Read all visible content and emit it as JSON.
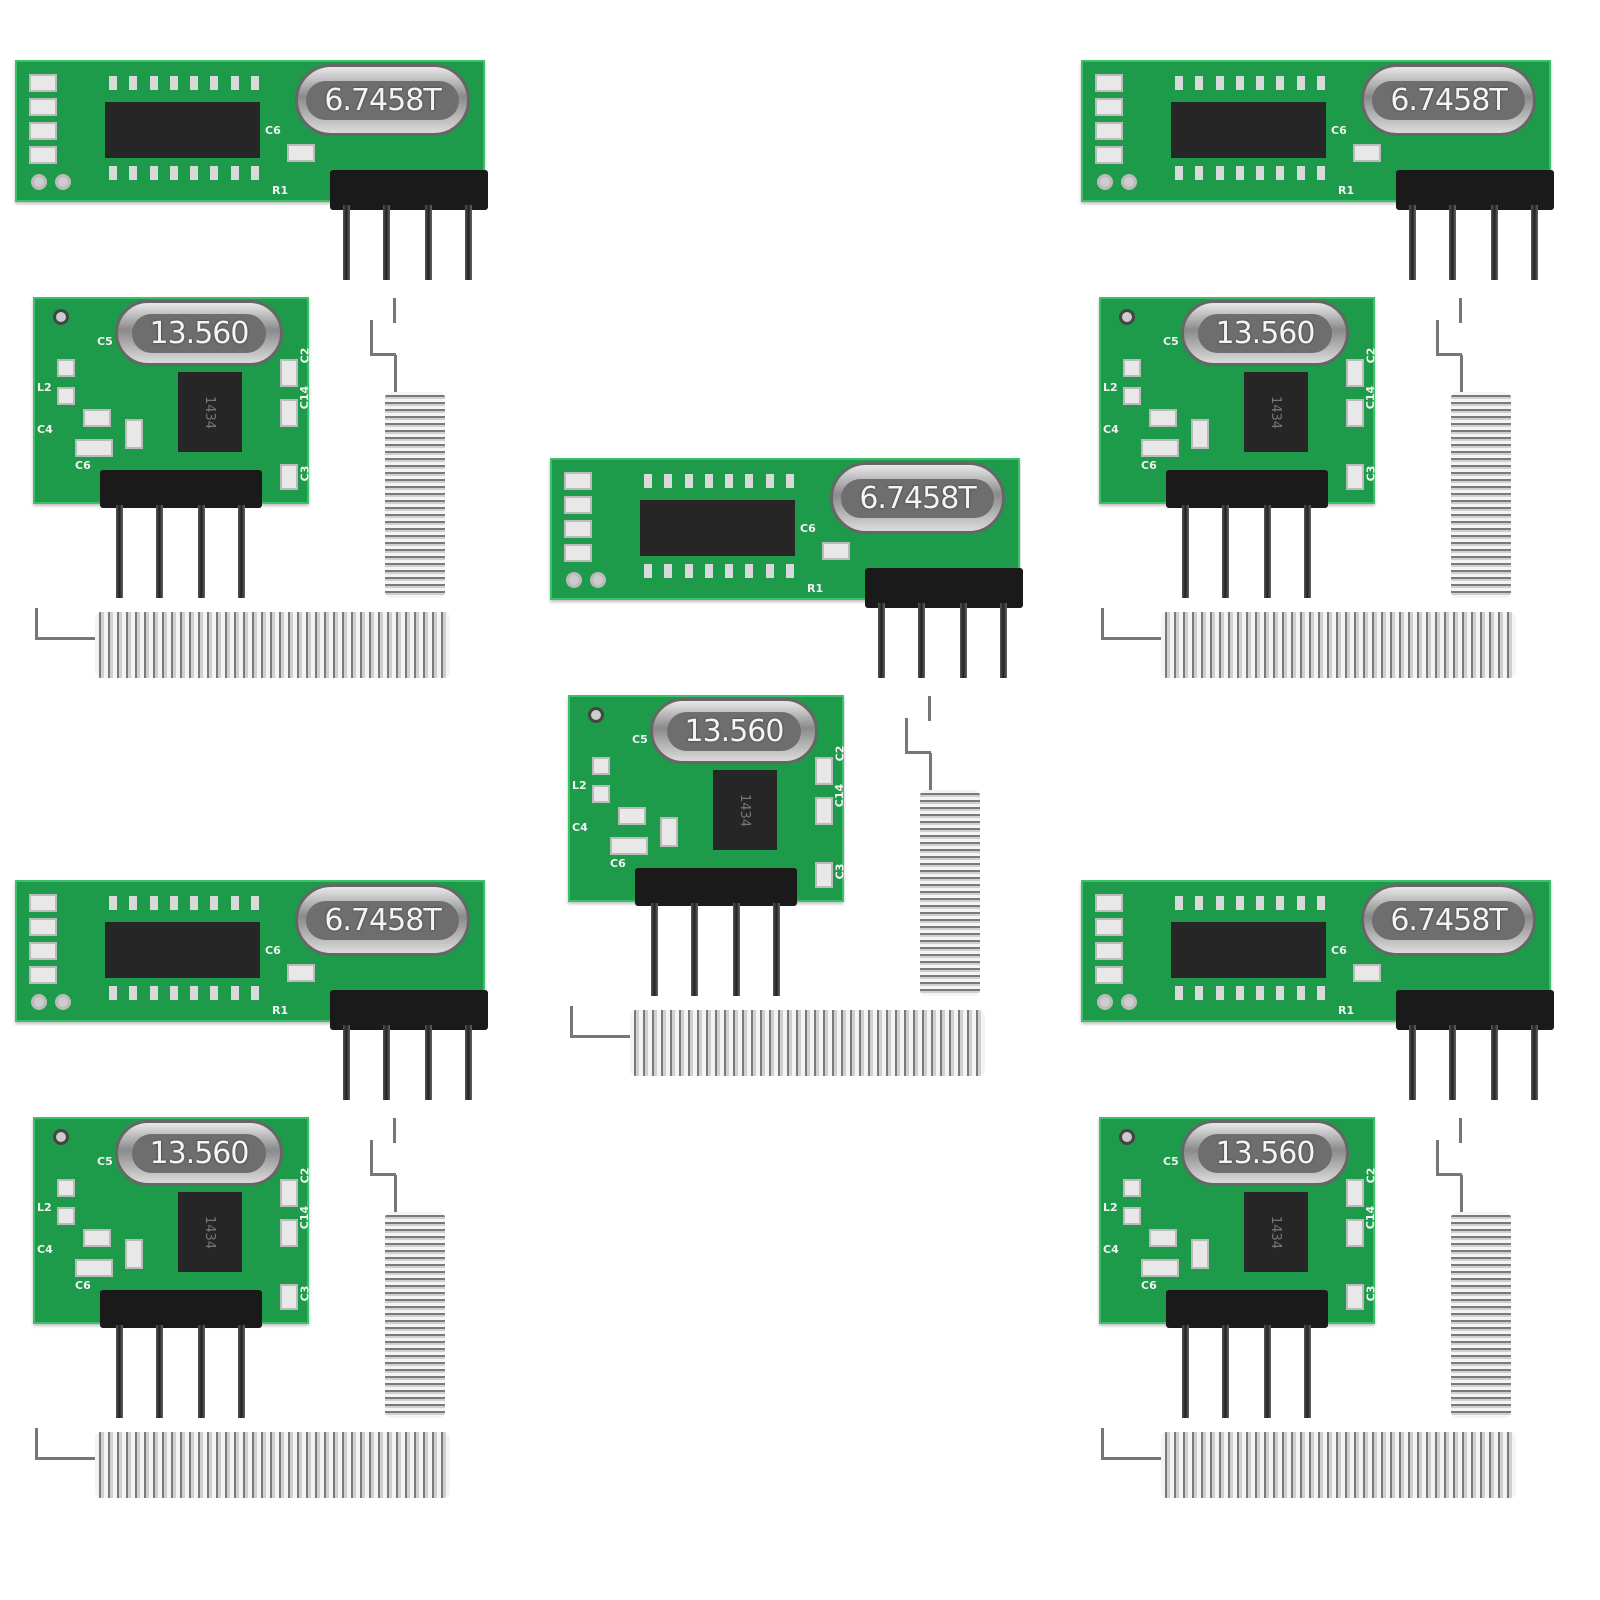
{
  "product": {
    "kit_count": 5,
    "receiver": {
      "crystal_marking": "6.7458T",
      "labels": {
        "c6": "C6",
        "r1": "R1"
      }
    },
    "transmitter": {
      "crystal_marking": "13.560",
      "chip_marking": "1434",
      "labels": {
        "c5": "C5",
        "c2": "C2",
        "c14": "C14",
        "c3": "C3",
        "l2": "L2",
        "c4": "C4",
        "c6": "C6"
      }
    },
    "colors": {
      "pcb": "#1d9a4a",
      "background": "#ffffff",
      "spring": "#c8c8c8"
    }
  }
}
